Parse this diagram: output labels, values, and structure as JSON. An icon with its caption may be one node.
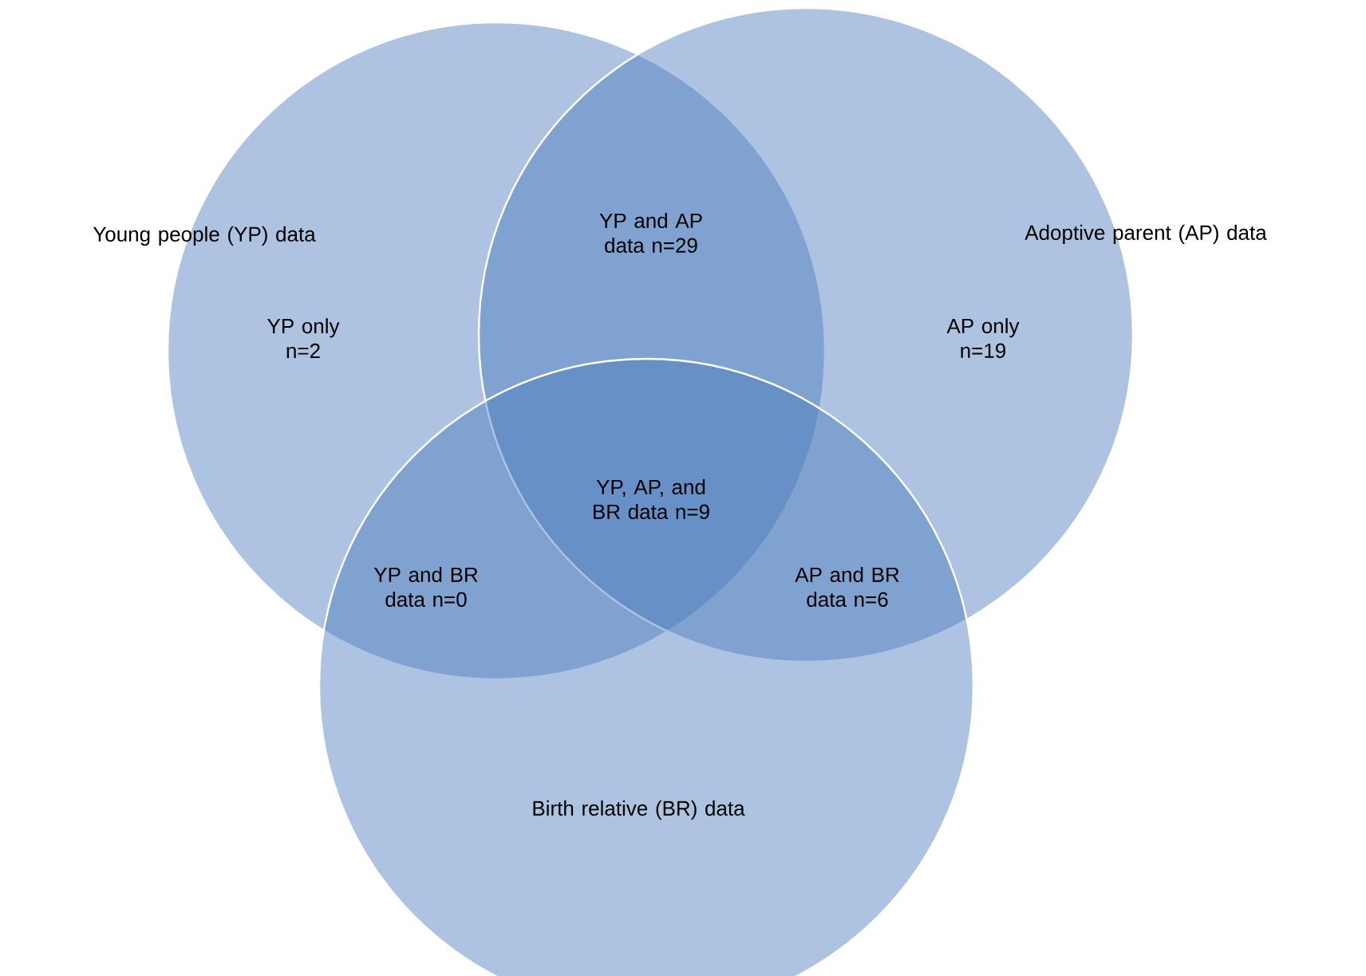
{
  "diagram": {
    "nodes": [
      {
        "text": [
          "Young people (YP) data",
          "YP only n=2"
        ]
      },
      {
        "text": [
          "Adoptive parent (AP) data",
          "AP only n=19"
        ]
      },
      {
        "text": [
          "Birth relative (BR) data"
        ]
      }
    ],
    "labels": [
      "YP and AP data n=29",
      "YP, AP, and BR data n=9",
      "YP and BR data n=0",
      "AP and BR data n=6"
    ]
  }
}
